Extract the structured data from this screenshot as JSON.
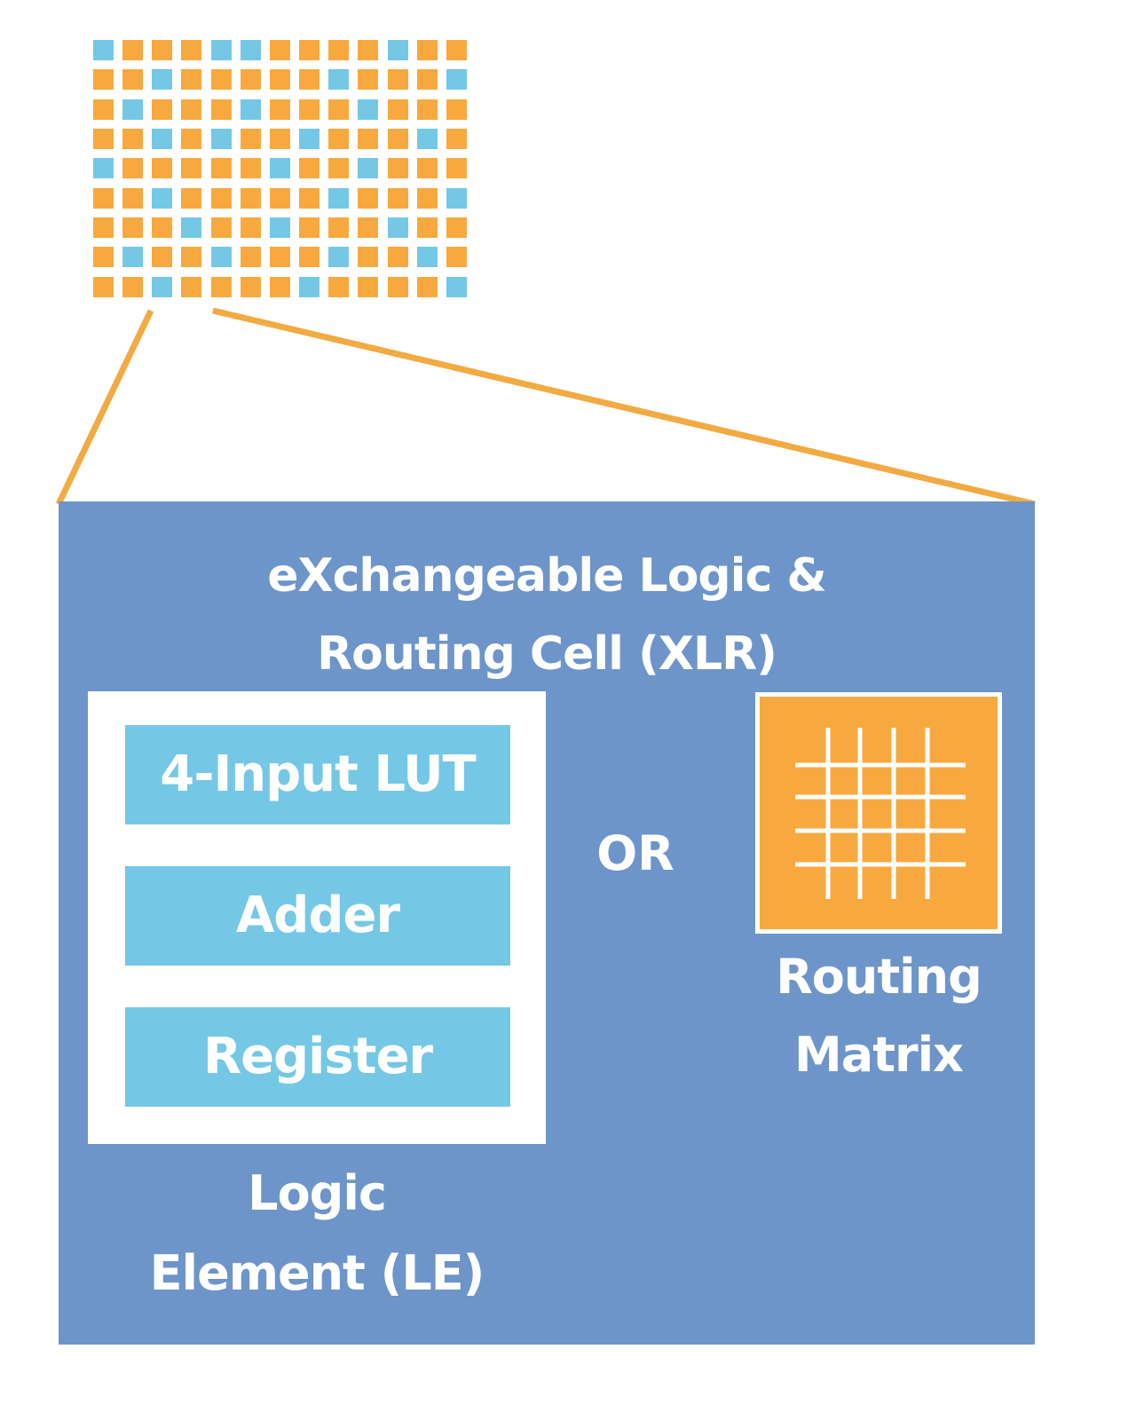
{
  "colors": {
    "orange": "#f7a93f",
    "light_blue": "#74c8e6",
    "panel_blue": "#6e95c9",
    "white": "#ffffff",
    "zoom_line": "#f2aa42"
  },
  "chip_grid": {
    "rows": 9,
    "cols": 13,
    "cell_types": [
      "BOOOBBOOOOBOO",
      "OOBOOOOOBOOOB",
      "OBOOOBOOOBOOO",
      "OOBOBOOBOOOBO",
      "BOOOOOBOOBOOO",
      "OOBOOOOOBOOOB",
      "OOOBOOBOOOBOO",
      "OBOOBOOOBOOBO",
      "OOBOOOOBOOOOB"
    ]
  },
  "xlr": {
    "title_line1": "eXchangeable Logic &",
    "title_line2": "Routing Cell (XLR)"
  },
  "logic_element": {
    "blocks": [
      "4-Input LUT",
      "Adder",
      "Register"
    ],
    "label_line1": "Logic",
    "label_line2": "Element (LE)"
  },
  "or_text": "OR",
  "routing_matrix": {
    "label_line1": "Routing",
    "label_line2": "Matrix"
  }
}
